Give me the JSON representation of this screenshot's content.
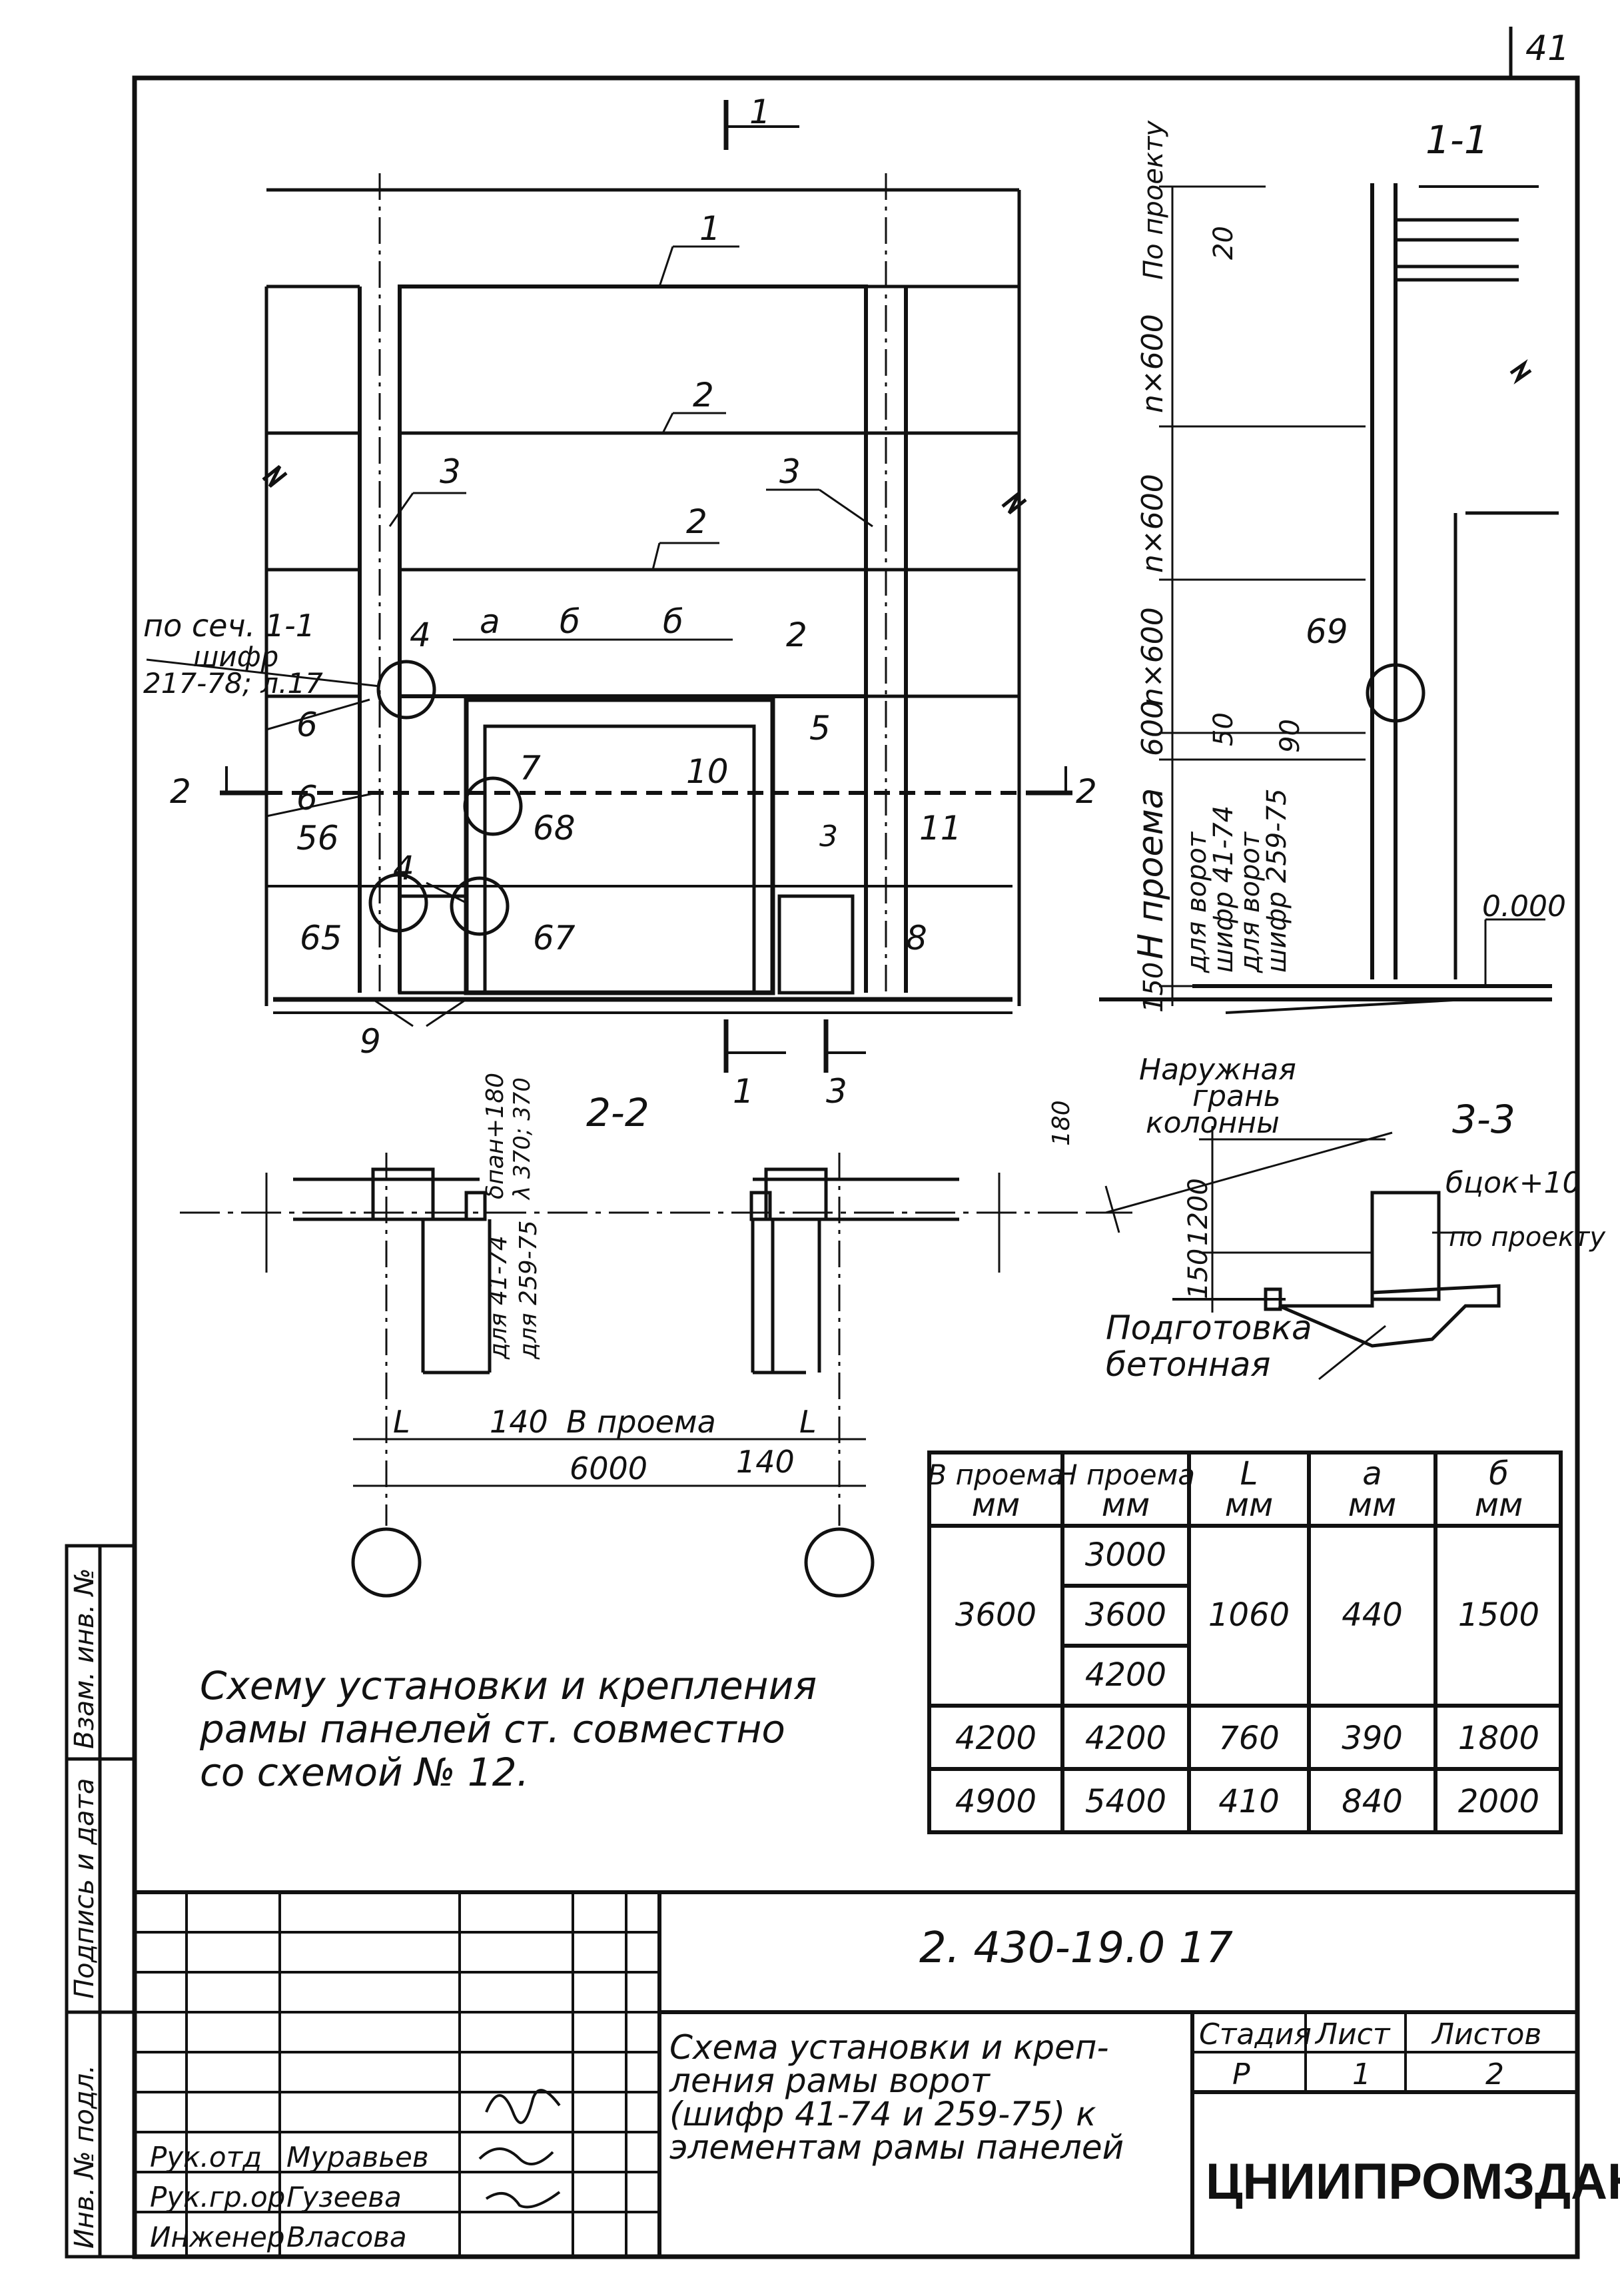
{
  "page": {
    "page_number": "41",
    "doc_code": "2. 430-19.0 17",
    "organization": "ЦНИИПРОМЗДАНИЙ"
  },
  "section_labels": {
    "s1": "1",
    "s1b": "1",
    "s2": "2",
    "s2b": "2",
    "s3": "3",
    "s3b": "3",
    "title_11": "1-1",
    "title_22": "2-2",
    "title_33": "3-3"
  },
  "elevation": {
    "callouts": [
      "1",
      "2",
      "2",
      "2",
      "3",
      "3",
      "4",
      "4",
      "5",
      "6",
      "6",
      "7",
      "8",
      "9",
      "10",
      "11",
      "56",
      "65",
      "67",
      "68",
      "69"
    ],
    "ref_note": [
      "по сеч. 1-1",
      "шифр",
      "217-78; л.17"
    ],
    "dims": {
      "a": "а",
      "b": "б"
    }
  },
  "section_11": {
    "dims": [
      "По проекту",
      "20",
      "n×600",
      "n×600",
      "n×600",
      "600",
      "50",
      "90",
      "Н проема",
      "150"
    ],
    "vert_notes": [
      "для ворот",
      "шифр 41-74",
      "для ворот",
      "шифр 259-75"
    ],
    "level": "0.000"
  },
  "section_22": {
    "dims": [
      "δпан+180",
      "λ 370; 370",
      "для 41-74",
      "для 259-75",
      "180",
      "L",
      "140",
      "В проема",
      "140",
      "L",
      "6000"
    ],
    "note": [
      "Наружная",
      "грань",
      "колонны"
    ]
  },
  "section_33": {
    "dims": [
      "1200",
      "150",
      "бцок+10",
      "по проекту"
    ],
    "note": [
      "Подготовка",
      "бетонная"
    ]
  },
  "spec_table": {
    "headers": [
      {
        "name": "В проема",
        "unit": "мм"
      },
      {
        "name": "Н проема",
        "unit": "мм"
      },
      {
        "name": "L",
        "unit": "мм"
      },
      {
        "name": "а",
        "unit": "мм"
      },
      {
        "name": "б",
        "unit": "мм"
      }
    ],
    "rows": [
      {
        "b": "3600",
        "h": [
          "3000",
          "3600",
          "4200"
        ],
        "l": "1060",
        "a": "440",
        "bb": "1500"
      },
      {
        "b": "4200",
        "h": [
          "4200"
        ],
        "l": "760",
        "a": "390",
        "bb": "1800"
      },
      {
        "b": "4900",
        "h": [
          "5400"
        ],
        "l": "410",
        "a": "840",
        "bb": "2000"
      }
    ]
  },
  "note_text": [
    "Схему установки и крепления",
    "рамы панелей ст. совместно",
    "со схемой № 12."
  ],
  "side_stamp": [
    "Инв. № подл.",
    "Подпись и дата",
    "Взам. инв. №"
  ],
  "title_block": {
    "title_lines": [
      "Схема установки и креп-",
      "ления рамы ворот",
      "(шифр 41-74 и 259-75) к",
      "элементам рамы панелей"
    ],
    "stage_label": "Стадия",
    "sheet_label": "Лист",
    "sheets_label": "Листов",
    "stage": "Р",
    "sheet": "1",
    "sheets": "2",
    "signers": [
      {
        "role": "Рук.отд",
        "name": "Муравьев"
      },
      {
        "role": "Рук.гр.ор",
        "name": "Гузеева"
      },
      {
        "role": "Инженер",
        "name": "Власова"
      }
    ]
  }
}
